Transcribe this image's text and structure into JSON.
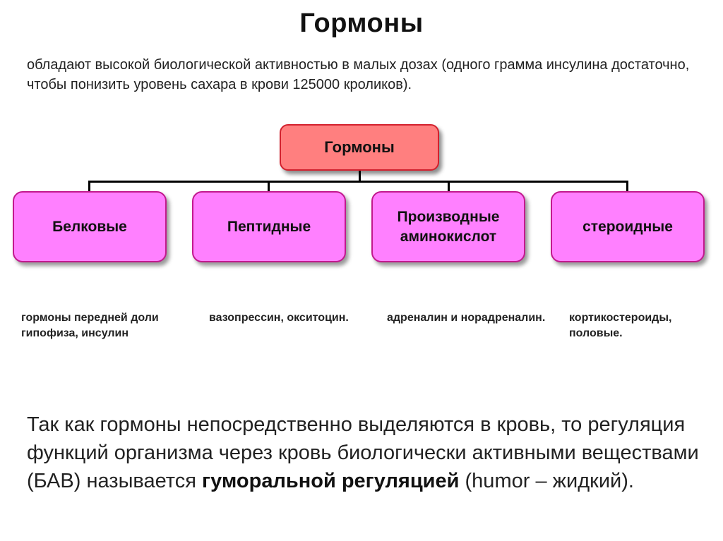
{
  "title": "Гормоны",
  "intro": "обладают высокой биологической активностью в малых дозах (одного грамма инсулина достаточно, чтобы понизить уровень сахара в крови 125000 кроликов).",
  "diagram": {
    "root": "Гормоны",
    "categories": [
      {
        "label": "Белковые",
        "examples": "гормоны передней доли гипофиза, инсулин"
      },
      {
        "label": "Пептидные",
        "examples": "вазопрессин, окситоцин."
      },
      {
        "label": "Производные\nаминокислот",
        "examples": "адреналин и норадреналин."
      },
      {
        "label": "стероидные",
        "examples": "кортикостероиды, половые."
      }
    ],
    "colors": {
      "root_fill": "#ff7f7f",
      "root_border": "#d3212e",
      "category_fill": "#ff80ff",
      "category_border": "#c2198e"
    }
  },
  "conclusion": {
    "part1": "Так как гормоны непосредственно выделяются в кровь, то регуляция функций организма через кровь биологически активными веществами (БАВ) называется ",
    "emphasis": "гуморальной регуляцией",
    "part2": " (humor – жидкий)."
  }
}
